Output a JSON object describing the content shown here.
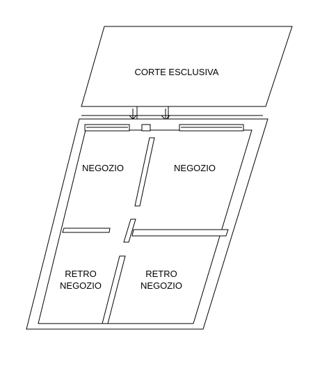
{
  "plan": {
    "courtyard": {
      "label": "CORTE ESCLUSIVA"
    },
    "rooms": [
      {
        "id": "shop-left",
        "lines": [
          "NEGOZIO"
        ]
      },
      {
        "id": "shop-right",
        "lines": [
          "NEGOZIO"
        ]
      },
      {
        "id": "back-left",
        "lines": [
          "RETRO",
          "NEGOZIO"
        ]
      },
      {
        "id": "back-right",
        "lines": [
          "RETRO",
          "NEGOZIO"
        ]
      }
    ],
    "colors": {
      "line": "#000000",
      "background": "#ffffff"
    }
  }
}
